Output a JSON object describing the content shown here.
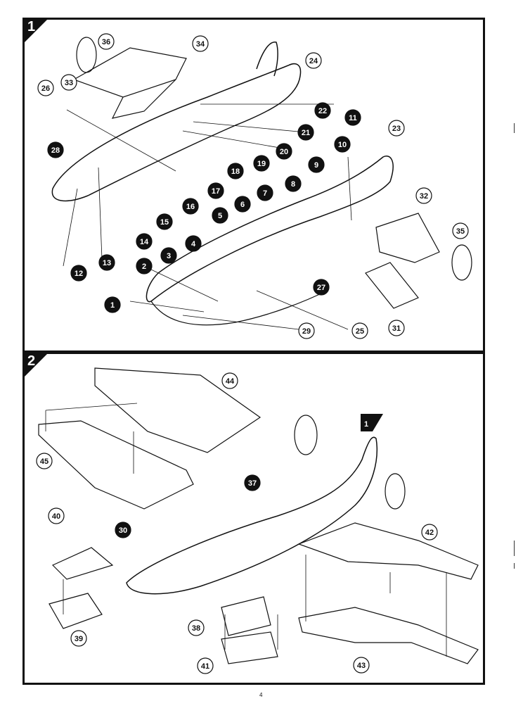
{
  "page": {
    "page_number": "4"
  },
  "steps": [
    {
      "number": "1"
    },
    {
      "number": "2"
    }
  ],
  "step1_callouts": {
    "filled": [
      "1",
      "2",
      "3",
      "4",
      "5",
      "6",
      "7",
      "8",
      "9",
      "10",
      "11",
      "12",
      "13",
      "14",
      "15",
      "16",
      "17",
      "18",
      "19",
      "20",
      "21",
      "22",
      "27",
      "28"
    ],
    "outlined": [
      "23",
      "24",
      "25",
      "26",
      "29",
      "31",
      "32",
      "33",
      "34",
      "35",
      "36"
    ]
  },
  "step2_callouts": {
    "filled": [
      "30",
      "37"
    ],
    "outlined": [
      "38",
      "39",
      "40",
      "41",
      "42",
      "43",
      "44",
      "45"
    ],
    "subassembly_flag": "1"
  }
}
